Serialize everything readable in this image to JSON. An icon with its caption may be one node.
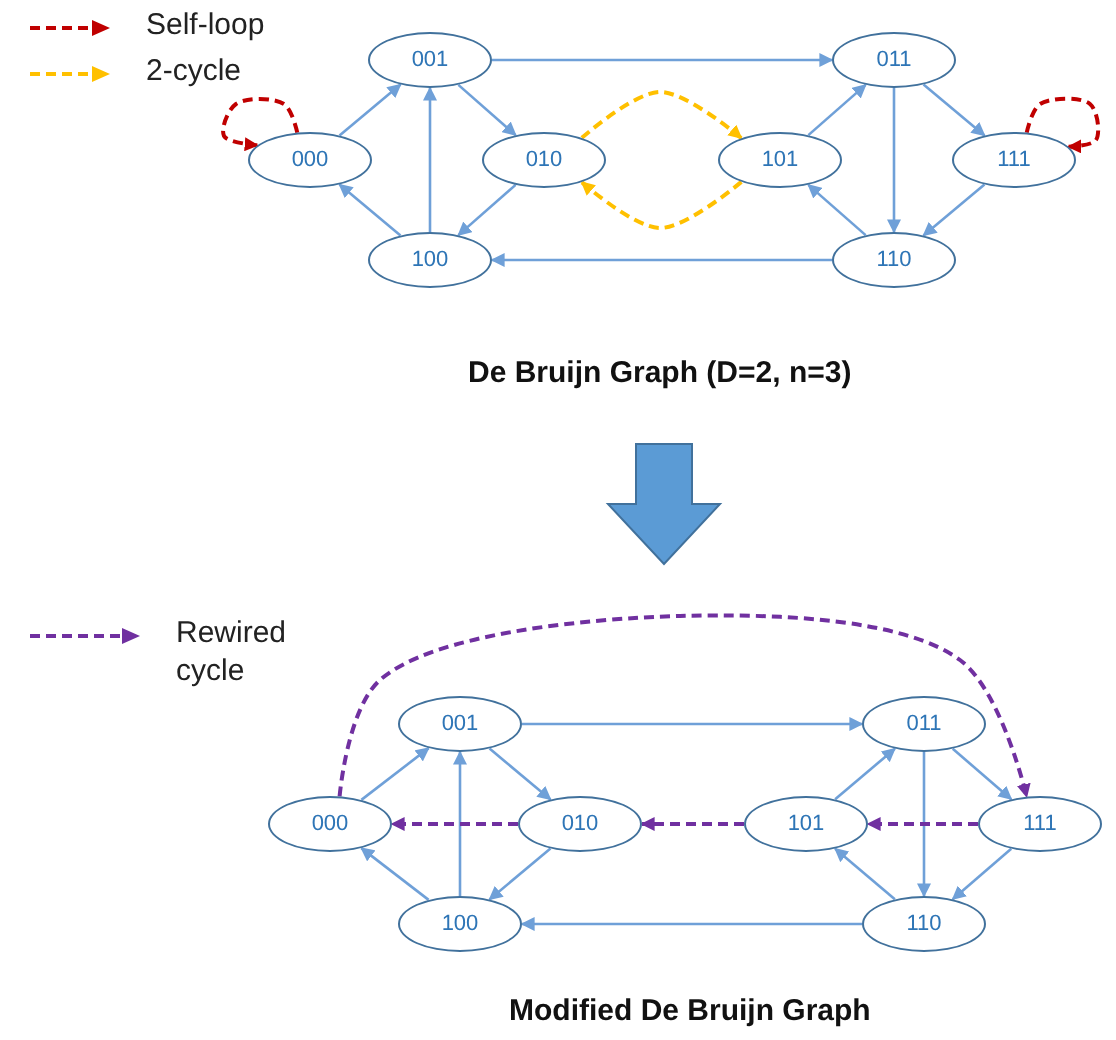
{
  "diagram": {
    "nodes": [
      {
        "text": [
          "001"
        ]
      },
      {
        "text": [
          "011"
        ]
      },
      {
        "text": [
          "000"
        ]
      },
      {
        "text": [
          "010"
        ]
      },
      {
        "text": [
          "101"
        ]
      },
      {
        "text": [
          "111"
        ]
      },
      {
        "text": [
          "100"
        ]
      },
      {
        "text": [
          "110"
        ]
      },
      {
        "text": [
          "001"
        ]
      },
      {
        "text": [
          "011"
        ]
      },
      {
        "text": [
          "000"
        ]
      },
      {
        "text": [
          "010"
        ]
      },
      {
        "text": [
          "101"
        ]
      },
      {
        "text": [
          "111"
        ]
      },
      {
        "text": [
          "100"
        ]
      },
      {
        "text": [
          "110"
        ]
      }
    ],
    "edges": [
      {
        "from": 2,
        "to": 0,
        "arrow": "to"
      },
      {
        "from": 0,
        "to": 3,
        "arrow": "to"
      },
      {
        "from": 0,
        "to": 1,
        "arrow": "to"
      },
      {
        "from": 3,
        "to": 6,
        "arrow": "to"
      },
      {
        "from": 6,
        "to": 2,
        "arrow": "to"
      },
      {
        "from": 6,
        "to": 0,
        "arrow": "to"
      },
      {
        "from": 7,
        "to": 6,
        "arrow": "to"
      },
      {
        "from": 7,
        "to": 4,
        "arrow": "to"
      },
      {
        "from": 4,
        "to": 1,
        "arrow": "to"
      },
      {
        "from": 1,
        "to": 5,
        "arrow": "to"
      },
      {
        "from": 1,
        "to": 7,
        "arrow": "to"
      },
      {
        "from": 5,
        "to": 7,
        "arrow": "to"
      },
      {
        "from": 2,
        "to": 2,
        "arrow": "to",
        "style": "dashed",
        "color": "#c00000"
      },
      {
        "from": 5,
        "to": 5,
        "arrow": "to",
        "style": "dashed",
        "color": "#c00000"
      },
      {
        "from": 3,
        "to": 4,
        "arrow": "to",
        "style": "dashed",
        "color": "#ffc000"
      },
      {
        "from": 4,
        "to": 3,
        "arrow": "to",
        "style": "dashed",
        "color": "#ffc000"
      },
      {
        "from": 10,
        "to": 8,
        "arrow": "to"
      },
      {
        "from": 8,
        "to": 11,
        "arrow": "to"
      },
      {
        "from": 8,
        "to": 9,
        "arrow": "to"
      },
      {
        "from": 11,
        "to": 14,
        "arrow": "to"
      },
      {
        "from": 14,
        "to": 10,
        "arrow": "to"
      },
      {
        "from": 14,
        "to": 8,
        "arrow": "to"
      },
      {
        "from": 15,
        "to": 14,
        "arrow": "to"
      },
      {
        "from": 15,
        "to": 12,
        "arrow": "to"
      },
      {
        "from": 12,
        "to": 9,
        "arrow": "to"
      },
      {
        "from": 9,
        "to": 13,
        "arrow": "to"
      },
      {
        "from": 9,
        "to": 15,
        "arrow": "to"
      },
      {
        "from": 13,
        "to": 15,
        "arrow": "to"
      },
      {
        "from": 11,
        "to": 10,
        "arrow": "to",
        "style": "dashed",
        "color": "#7030a0"
      },
      {
        "from": 12,
        "to": 11,
        "arrow": "to",
        "style": "dashed",
        "color": "#7030a0"
      },
      {
        "from": 13,
        "to": 12,
        "arrow": "to",
        "style": "dashed",
        "color": "#7030a0"
      },
      {
        "from": 10,
        "to": 13,
        "arrow": "to",
        "style": "dashed",
        "color": "#7030a0"
      }
    ],
    "labels": [
      "De Bruijn Graph (D=2, n=3)",
      "Modified De Bruijn Graph"
    ],
    "legend": [
      {
        "text": "Self-loop"
      },
      {
        "text": "2-cycle"
      },
      {
        "text": "Rewired cycle"
      }
    ]
  }
}
